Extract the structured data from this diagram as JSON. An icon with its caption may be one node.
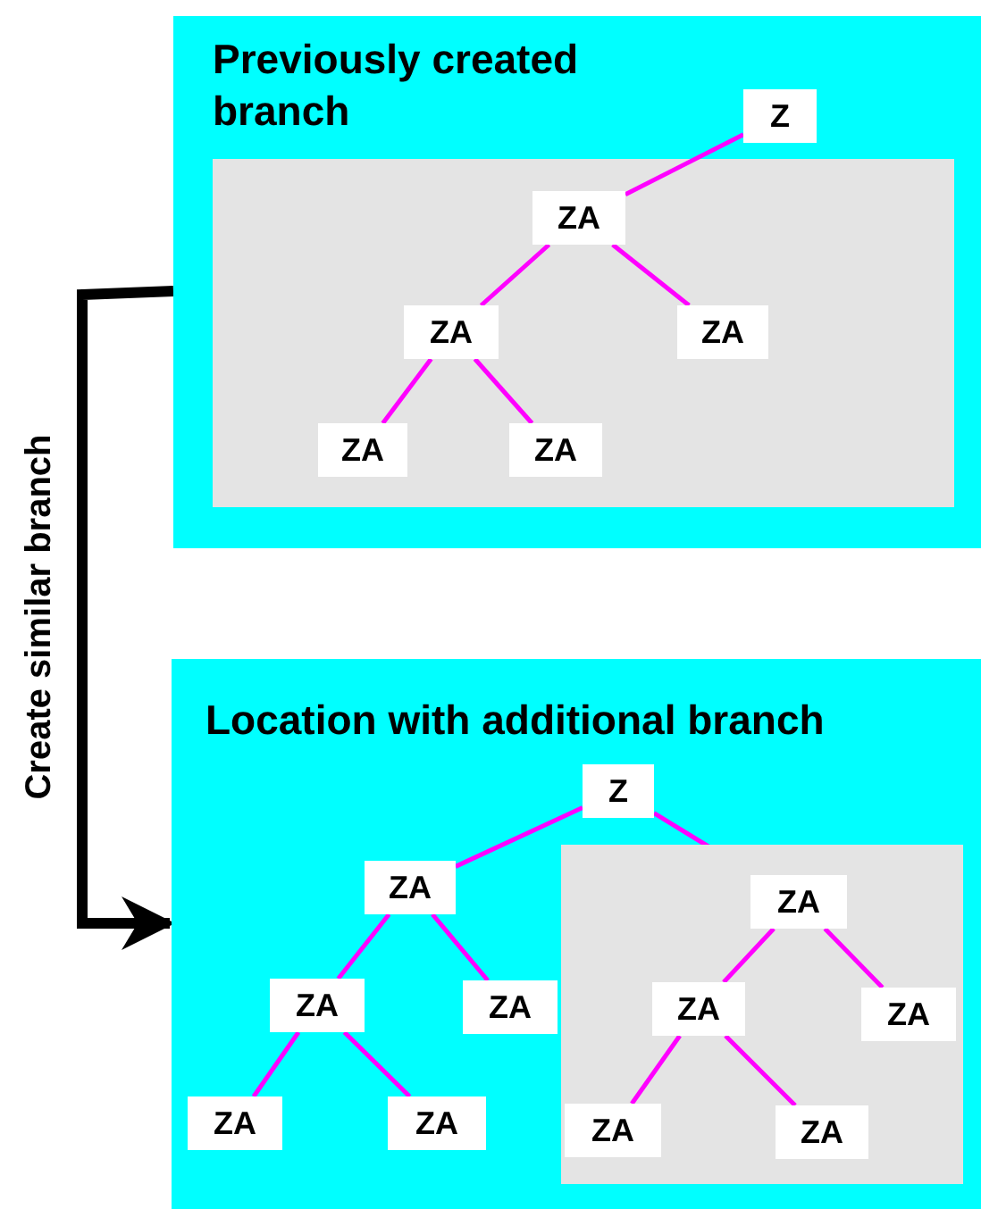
{
  "diagram": {
    "nodes": [
      {
        "text": [
          "Previously created branch"
        ]
      },
      {
        "text": [],
        "shape": "box",
        "in": 0
      },
      {
        "text": [
          "Z"
        ],
        "in": 0
      },
      {
        "text": [
          "ZA"
        ],
        "in": 1
      },
      {
        "text": [
          "ZA"
        ],
        "in": 1
      },
      {
        "text": [
          "ZA"
        ],
        "in": 1
      },
      {
        "text": [
          "ZA"
        ],
        "in": 1
      },
      {
        "text": [
          "ZA"
        ],
        "in": 1
      },
      {
        "text": [
          "Location with additional branch"
        ]
      },
      {
        "text": [
          "Z"
        ],
        "in": 8
      },
      {
        "text": [
          "ZA"
        ],
        "in": 8
      },
      {
        "text": [
          "ZA"
        ],
        "in": 8
      },
      {
        "text": [
          "ZA"
        ],
        "in": 8
      },
      {
        "text": [
          "ZA"
        ],
        "in": 8
      },
      {
        "text": [
          "ZA"
        ],
        "in": 8
      },
      {
        "text": [],
        "shape": "box",
        "in": 8
      },
      {
        "text": [
          "ZA"
        ],
        "in": 15
      },
      {
        "text": [
          "ZA"
        ],
        "in": 15
      },
      {
        "text": [
          "ZA"
        ],
        "in": 15
      },
      {
        "text": [
          "ZA"
        ],
        "in": 15
      },
      {
        "text": [
          "ZA"
        ],
        "in": 15
      }
    ],
    "edges": [
      {
        "from": 0,
        "to": 8,
        "arrow": "to",
        "label": "Create similar branch",
        "style": "thick",
        "color": "#000000"
      },
      {
        "from": 2,
        "to": 3,
        "arrow": "none"
      },
      {
        "from": 3,
        "to": 4,
        "arrow": "none"
      },
      {
        "from": 3,
        "to": 5,
        "arrow": "none"
      },
      {
        "from": 4,
        "to": 6,
        "arrow": "none"
      },
      {
        "from": 4,
        "to": 7,
        "arrow": "none"
      },
      {
        "from": 9,
        "to": 10,
        "arrow": "none"
      },
      {
        "from": 9,
        "to": 16,
        "arrow": "none"
      },
      {
        "from": 10,
        "to": 11,
        "arrow": "none"
      },
      {
        "from": 10,
        "to": 12,
        "arrow": "none"
      },
      {
        "from": 11,
        "to": 13,
        "arrow": "none"
      },
      {
        "from": 11,
        "to": 14,
        "arrow": "none"
      },
      {
        "from": 16,
        "to": 17,
        "arrow": "none"
      },
      {
        "from": 16,
        "to": 18,
        "arrow": "none"
      },
      {
        "from": 17,
        "to": 19,
        "arrow": "none"
      },
      {
        "from": 17,
        "to": 20,
        "arrow": "none"
      }
    ]
  }
}
